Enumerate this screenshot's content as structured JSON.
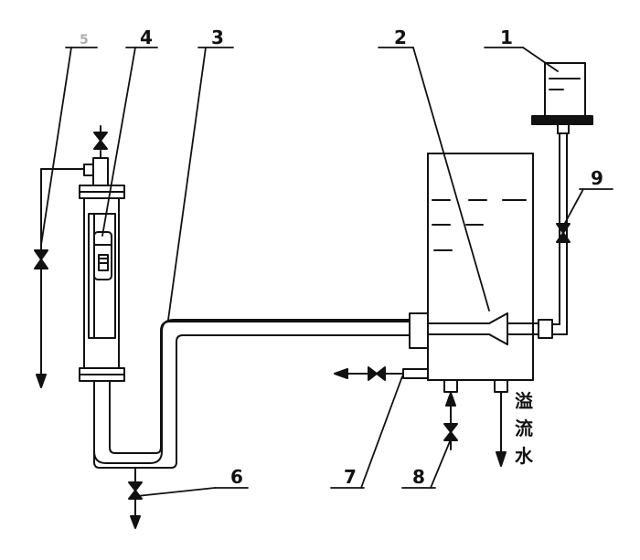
{
  "labels": {
    "l1": "1",
    "l2": "2",
    "l3": "3",
    "l4": "4",
    "l5": "5",
    "l6": "6",
    "l7": "7",
    "l8": "8",
    "l9": "9"
  },
  "overflow_label": [
    "溢",
    "流",
    "水"
  ],
  "colors": {
    "ink": "#111111",
    "paper": "#ffffff"
  }
}
